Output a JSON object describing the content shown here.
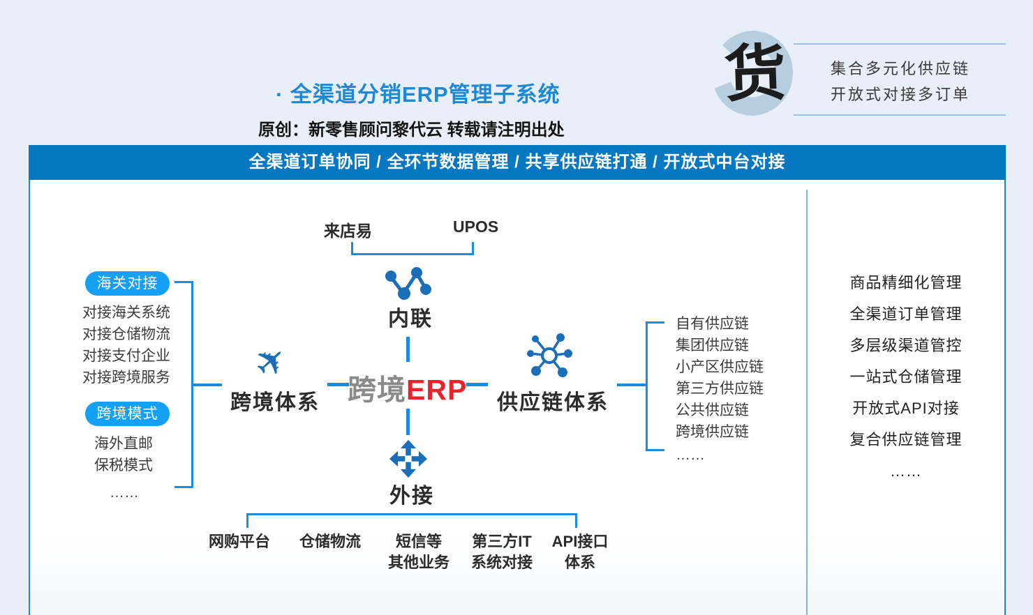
{
  "header": {
    "title": "·  全渠道分销ERP管理子系统",
    "subtitle": "原创：新零售顾问黎代云 转载请注明出处"
  },
  "logo": {
    "character": "货",
    "tagline1": "集合多元化供应链",
    "tagline2": "开放式对接多订单"
  },
  "banner": {
    "text": "全渠道订单协同 / 全环节数据管理 / 共享供应链打通 / 开放式中台对接"
  },
  "diagram": {
    "top_sources": [
      "来店易",
      "UPOS"
    ],
    "nodes": {
      "top": {
        "label": "内联"
      },
      "left": {
        "label": "跨境体系"
      },
      "right": {
        "label": "供应链体系"
      },
      "bottom": {
        "label": "外接"
      },
      "center": {
        "zh": "跨境",
        "en": "ERP"
      }
    },
    "left_groups": [
      {
        "badge": "海关对接",
        "items": [
          "对接海关系统",
          "对接仓储物流",
          "对接支付企业",
          "对接跨境服务"
        ]
      },
      {
        "badge": "跨境模式",
        "items": [
          "海外直邮",
          "保税模式",
          "……"
        ]
      }
    ],
    "right_list": [
      "自有供应链",
      "集团供应链",
      "小产区供应链",
      "第三方供应链",
      "公共供应链",
      "跨境供应链",
      "……"
    ],
    "bottom_list": [
      [
        "网购平台"
      ],
      [
        "仓储物流"
      ],
      [
        "短信等",
        "其他业务"
      ],
      [
        "第三方IT",
        "系统对接"
      ],
      [
        "API接口",
        "体系"
      ]
    ]
  },
  "side_panel": {
    "items": [
      "商品精细化管理",
      "全渠道订单管理",
      "多层级渠道管控",
      "一站式仓储管理",
      "开放式API对接",
      "复合供应链管理",
      "……"
    ]
  },
  "icons": {
    "airplane_glyph": "✈"
  },
  "colors": {
    "banner_blue": "#0678c2",
    "line_blue": "#1b8ce0",
    "badge_blue": "#14a0f4",
    "icon_blue": "#1a6fb8",
    "title_blue": "#1e88d3",
    "erp_red": "#e8232b",
    "center_gray": "#8a8a8a",
    "page_bg": "#e9eff9"
  }
}
